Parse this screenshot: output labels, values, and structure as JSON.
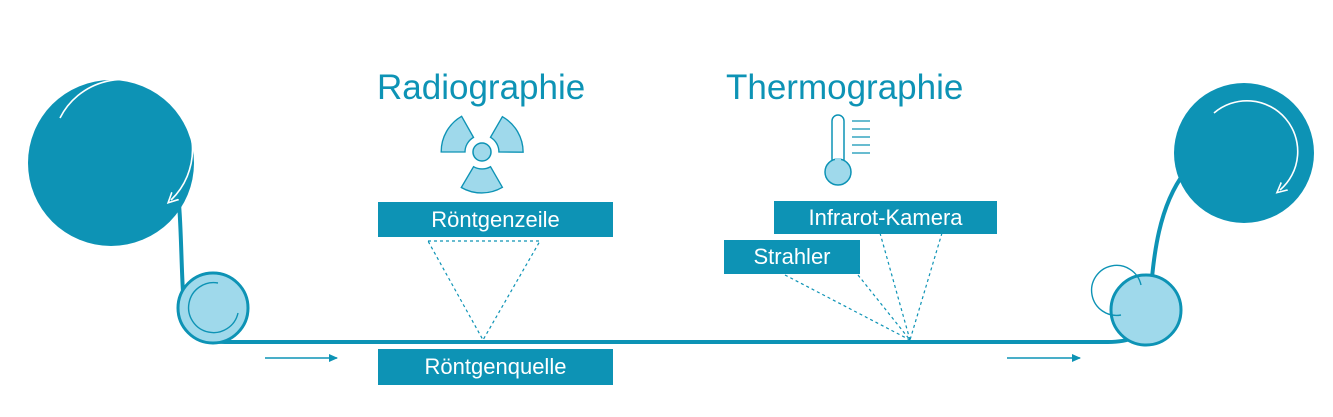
{
  "colors": {
    "primary": "#0d93b5",
    "light": "#9fd9eb",
    "white": "#ffffff"
  },
  "sections": {
    "radiography": {
      "title": "Radiographie",
      "icon": "radiation-icon",
      "detector_label": "Röntgenzeile",
      "source_label": "Röntgenquelle"
    },
    "thermography": {
      "title": "Thermographie",
      "icon": "thermometer-icon",
      "camera_label": "Infrarot-Kamera",
      "emitter_label": "Strahler"
    }
  },
  "flow_direction": "right"
}
